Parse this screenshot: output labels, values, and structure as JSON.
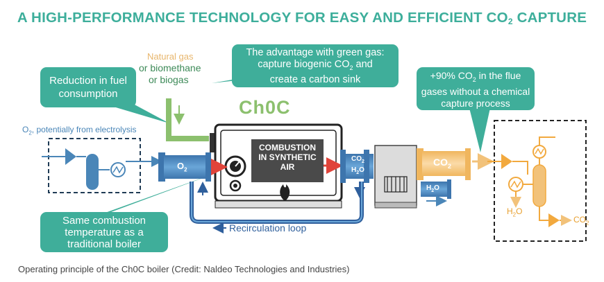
{
  "title": {
    "prefix": "A HIGH-PERFORMANCE TECHNOLOGY FOR EASY AND EFFICIENT CO",
    "sub": "2",
    "suffix": " CAPTURE"
  },
  "callouts": {
    "fuel_reduction": "Reduction in fuel consumption",
    "green_gas": {
      "line1": "The advantage with green gas:",
      "line2_prefix": "capture biogenic CO",
      "line2_sub": "2",
      "line2_suffix": " and",
      "line3": "create a carbon sink"
    },
    "flue_gas": {
      "line1_prefix": "+90% CO",
      "line1_sub": "2",
      "line1_suffix": " in the flue",
      "line2": "gases without a chemical",
      "line3": "capture process"
    },
    "combustion_temp": "Same combustion temperature as a traditional boiler"
  },
  "labels": {
    "natural_gas": "Natural gas",
    "biomethane": "or biomethane",
    "biogas": "or biogas",
    "o2_source_prefix": "O",
    "o2_source_sub": "2",
    "o2_source_suffix": ", potentially from electrolysis",
    "o2_prefix": "O",
    "o2_sub": "2",
    "combustion": [
      "COMBUSTION",
      "IN SYNTHETIC",
      "AIR"
    ],
    "co2_h2o_co": "CO",
    "co2_h2o_h": "H",
    "co2_h2o_o": "O",
    "sub2": "2",
    "co2_pipe": "CO",
    "h2o_pipe": "H",
    "h2o_pipe_suffix": "O",
    "h2o_out": "H",
    "h2o_out_suffix": "O",
    "co2_out": "CO",
    "recirculation": "Recirculation loop",
    "logo": "Ch0C"
  },
  "caption": "Operating principle of the Ch0C boiler (Credit: Naldeo Technologies and Industries)",
  "colors": {
    "teal": "#3fae9a",
    "blue": "#4a86b8",
    "dark_blue": "#2f5f9c",
    "green": "#8cc06e",
    "orange": "#f2c27a",
    "red": "#e0443a"
  }
}
